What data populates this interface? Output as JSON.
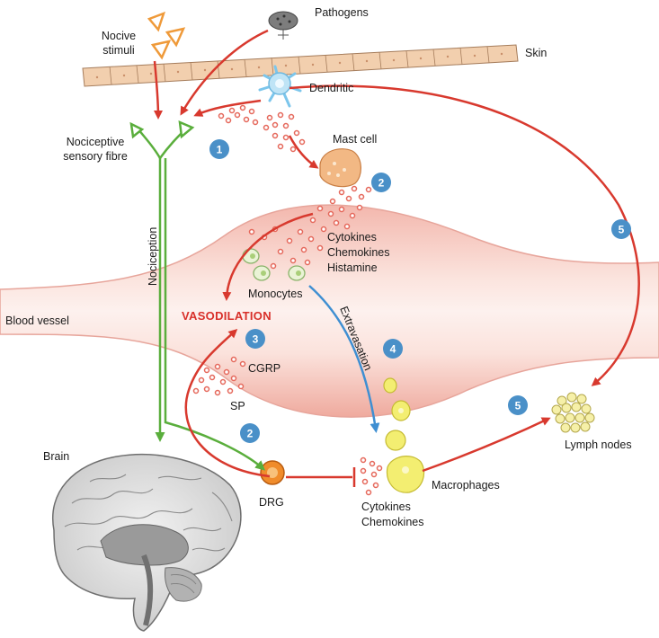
{
  "labels": {
    "pathogens": "Pathogens",
    "nocive_stimuli_1": "Nocive",
    "nocive_stimuli_2": "stimuli",
    "skin": "Skin",
    "dendritic": "Dendritic",
    "nociceptive_1": "Nociceptive",
    "nociceptive_2": "sensory fibre",
    "mast_cell": "Mast cell",
    "nociception": "Nociception",
    "cytokines_1": "Cytokines",
    "chemokines_1": "Chemokines",
    "histamine": "Histamine",
    "monocytes": "Monocytes",
    "blood_vessel": "Blood vessel",
    "vasodilation": "VASODILATION",
    "extravasation": "Extravasation",
    "cgrp": "CGRP",
    "sp": "SP",
    "brain": "Brain",
    "drg": "DRG",
    "macrophages": "Macrophages",
    "cytokines_2": "Cytokines",
    "chemokines_2": "Chemokines",
    "lymph_nodes": "Lymph nodes"
  },
  "badges": {
    "b1": "1",
    "b2a": "2",
    "b2b": "2",
    "b3": "3",
    "b4": "4",
    "b5a": "5",
    "b5b": "5"
  },
  "colors": {
    "red_arrow": "#d8392e",
    "green_fibre": "#5aae3c",
    "blue_arrow": "#3f8fd2",
    "badge": "#4a90c8",
    "vessel_fill": "#f7d6cf",
    "vessel_edge": "#e7a59b",
    "skin_fill": "#f2cfae",
    "skin_edge": "#a57c5b",
    "particle": "#e5675a",
    "nocive_triangle": "#ef9a3a",
    "lymph": "#f6f0a8",
    "macrophage": "#f3ee71"
  }
}
